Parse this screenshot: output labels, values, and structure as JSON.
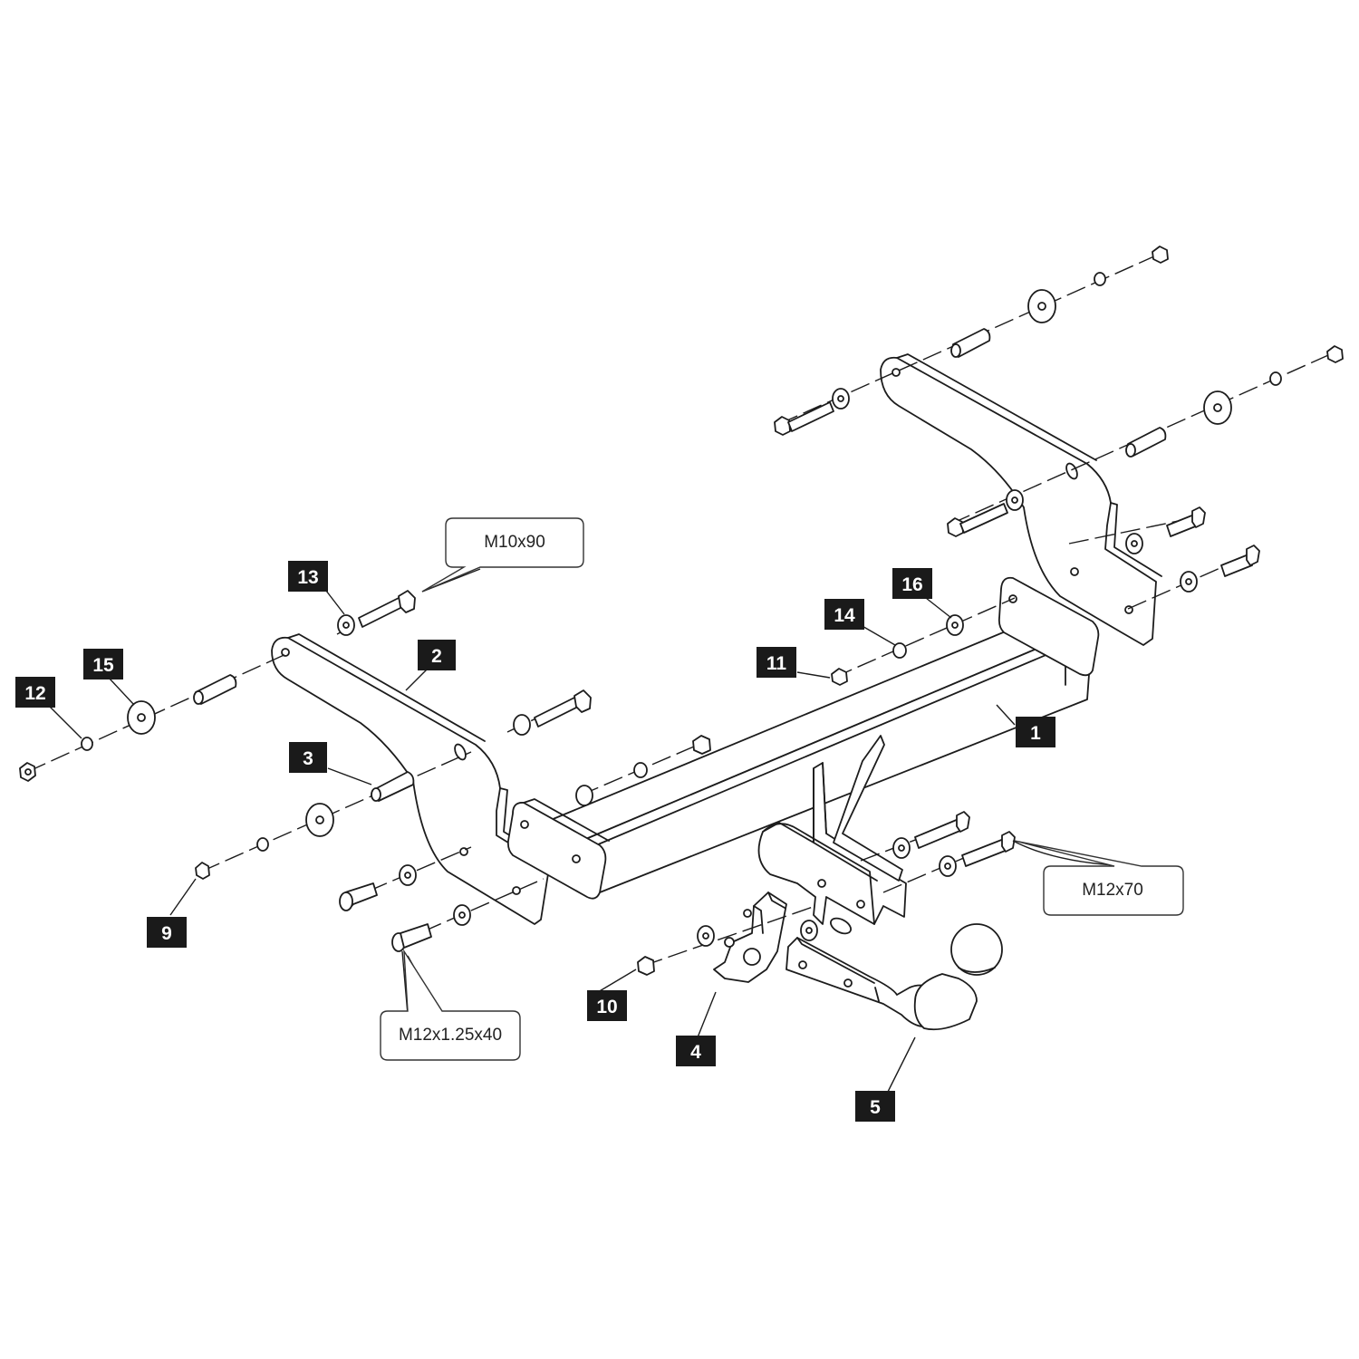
{
  "diagram": {
    "part_labels": {
      "p1": "1",
      "p2": "2",
      "p3": "3",
      "p4": "4",
      "p5": "5",
      "p9": "9",
      "p10": "10",
      "p11": "11",
      "p12": "12",
      "p13": "13",
      "p14": "14",
      "p15": "15",
      "p16": "16"
    },
    "callouts": {
      "m10x90": "M10x90",
      "m12x70": "M12x70",
      "m12x125x40": "M12x1.25x40"
    },
    "colors": {
      "line": "#1c1c1c",
      "label_background": "#1a1a1a",
      "label_text": "#ffffff",
      "background": "#ffffff"
    }
  }
}
